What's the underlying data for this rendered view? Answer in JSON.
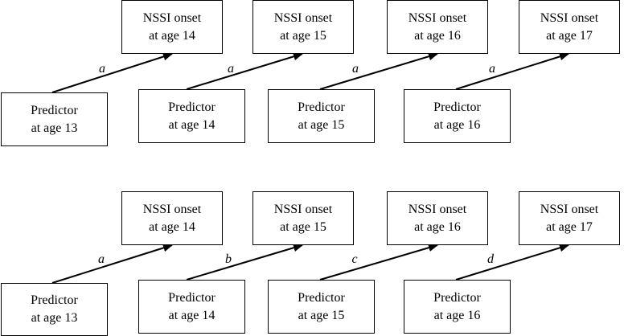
{
  "panels": [
    {
      "predictors": [
        {
          "line1": "Predictor",
          "line2": "at age 13"
        },
        {
          "line1": "Predictor",
          "line2": "at age 14"
        },
        {
          "line1": "Predictor",
          "line2": "at age 15"
        },
        {
          "line1": "Predictor",
          "line2": "at age 16"
        }
      ],
      "outcomes": [
        {
          "line1": "NSSI onset",
          "line2": "at age 14"
        },
        {
          "line1": "NSSI onset",
          "line2": "at age 15"
        },
        {
          "line1": "NSSI onset",
          "line2": "at age 16"
        },
        {
          "line1": "NSSI onset",
          "line2": "at age 17"
        }
      ],
      "paths": [
        "a",
        "a",
        "a",
        "a"
      ]
    },
    {
      "predictors": [
        {
          "line1": "Predictor",
          "line2": "at age 13"
        },
        {
          "line1": "Predictor",
          "line2": "at age 14"
        },
        {
          "line1": "Predictor",
          "line2": "at age 15"
        },
        {
          "line1": "Predictor",
          "line2": "at age 16"
        }
      ],
      "outcomes": [
        {
          "line1": "NSSI onset",
          "line2": "at age 14"
        },
        {
          "line1": "NSSI onset",
          "line2": "at age 15"
        },
        {
          "line1": "NSSI onset",
          "line2": "at age 16"
        },
        {
          "line1": "NSSI onset",
          "line2": "at age 17"
        }
      ],
      "paths": [
        "a",
        "b",
        "c",
        "d"
      ]
    }
  ]
}
